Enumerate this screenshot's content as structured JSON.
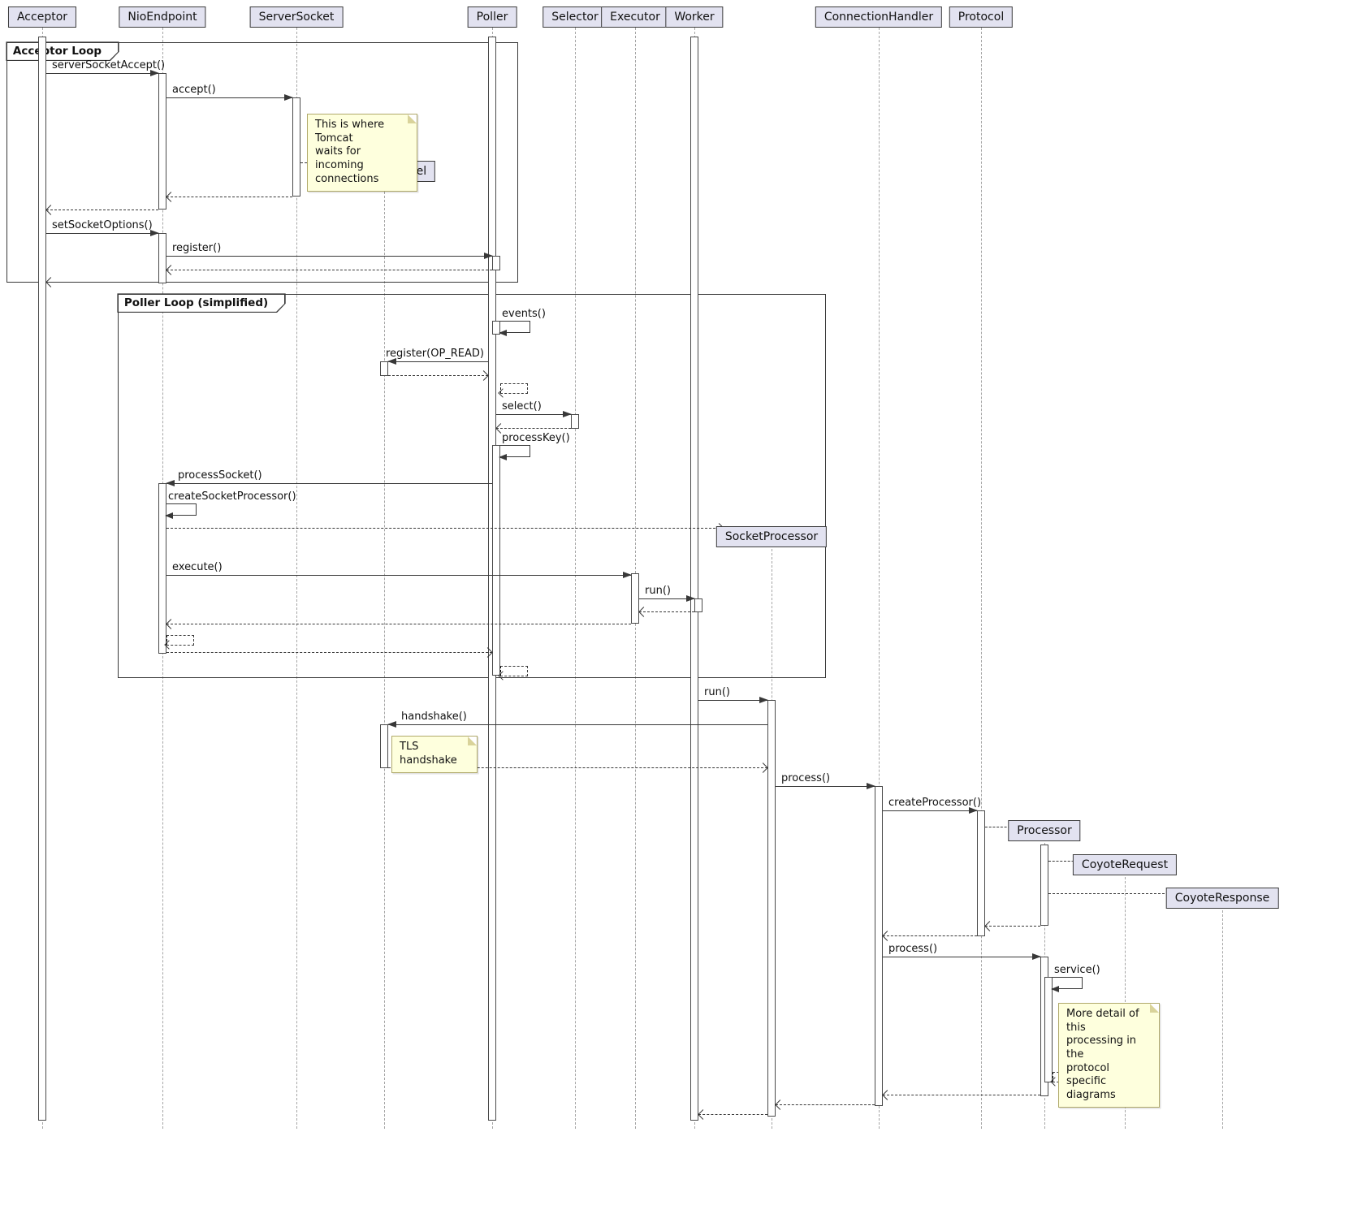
{
  "diagram_title": "Tomcat NIO connector sequence diagram",
  "participants": {
    "acceptor": "Acceptor",
    "nioEndpoint": "NioEndpoint",
    "serverSocket": "ServerSocket",
    "poller": "Poller",
    "selector": "Selector",
    "executor": "Executor",
    "worker": "Worker",
    "connectionHandler": "ConnectionHandler",
    "protocol": "Protocol",
    "socketChannel": "SocketChannel",
    "socketProcessor": "SocketProcessor",
    "processor": "Processor",
    "coyoteRequest": "CoyoteRequest",
    "coyoteResponse": "CoyoteResponse"
  },
  "frames": {
    "acceptorLoop": "Acceptor Loop",
    "pollerLoop": "Poller Loop (simplified)"
  },
  "messages": {
    "serverSocketAccept": "serverSocketAccept()",
    "accept": "accept()",
    "setSocketOptions": "setSocketOptions()",
    "register": "register()",
    "events": "events()",
    "registerOpRead": "register(OP_READ)",
    "select": "select()",
    "processKey": "processKey()",
    "processSocket": "processSocket()",
    "createSocketProcessor": "createSocketProcessor()",
    "execute": "execute()",
    "runWorker": "run()",
    "runSocketProcessor": "run()",
    "handshake": "handshake()",
    "process": "process()",
    "createProcessor": "createProcessor()",
    "processProcessor": "process()",
    "service": "service()"
  },
  "notes": {
    "acceptWait": "This is where Tomcat\nwaits for incoming\nconnections",
    "tlsHandshake": "TLS handshake",
    "protocolDetail": "More detail of this\nprocessing in the\nprotocol specific\ndiagrams"
  },
  "colors": {
    "participant_bg": "#E2E2F0",
    "note_bg": "#FEFFDD",
    "line": "#383838",
    "lifeline": "#A5A5A5",
    "background": "#FFFFFF"
  }
}
